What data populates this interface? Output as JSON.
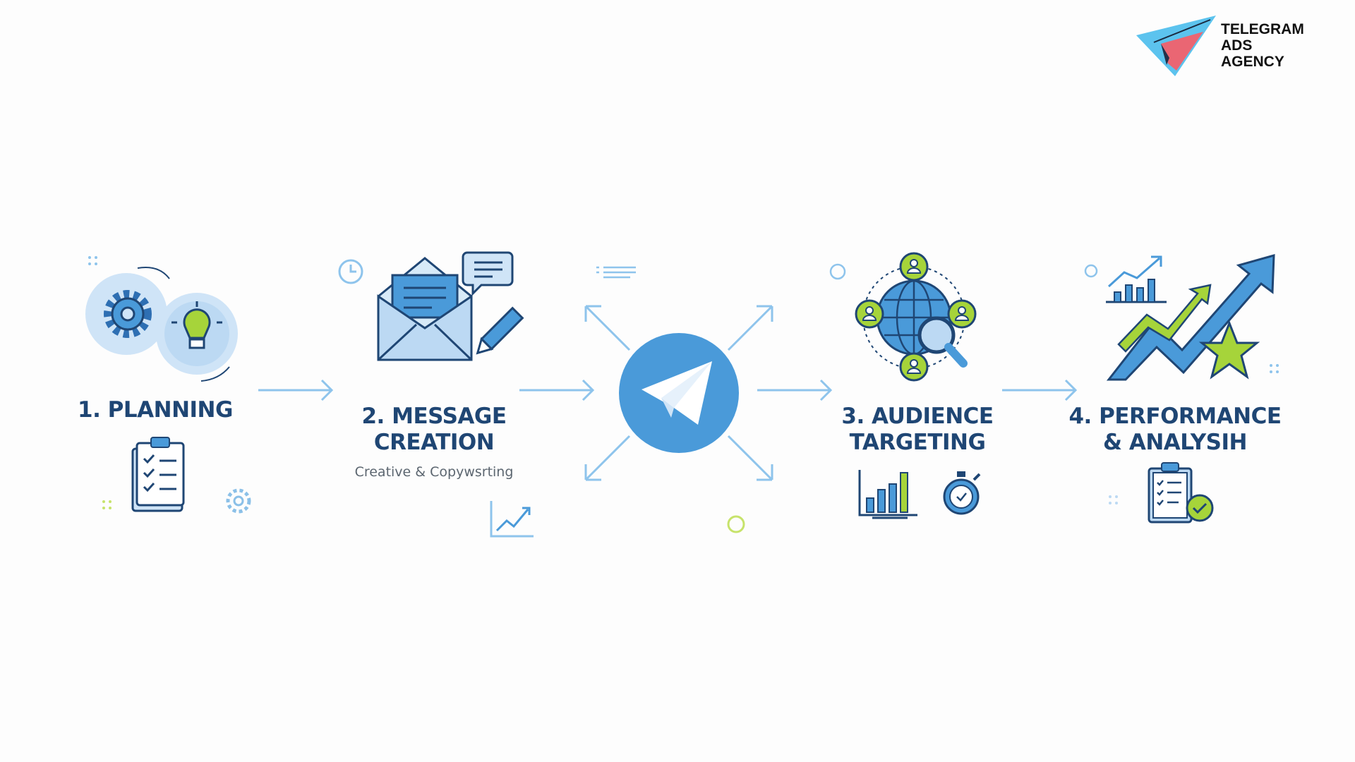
{
  "logo": {
    "line1": "TELEGRAM",
    "line2": "ADS",
    "line3": "AGENCY"
  },
  "steps": [
    {
      "title": "1. PLANNING"
    },
    {
      "title_line1": "2. MESSAGE",
      "title_line2": "CREATION",
      "subtitle": "Creative & Copywsrting"
    },
    {
      "title_line1": "3. AUDIENCE",
      "title_line2": "TARGETING"
    },
    {
      "title_line1": "4. PERFORMANCE",
      "title_line2": "& ANALYSIH"
    }
  ],
  "colors": {
    "primary": "#4a9ad9",
    "dark": "#1f4674",
    "green": "#a6d43a",
    "light": "#d7eaf8"
  }
}
